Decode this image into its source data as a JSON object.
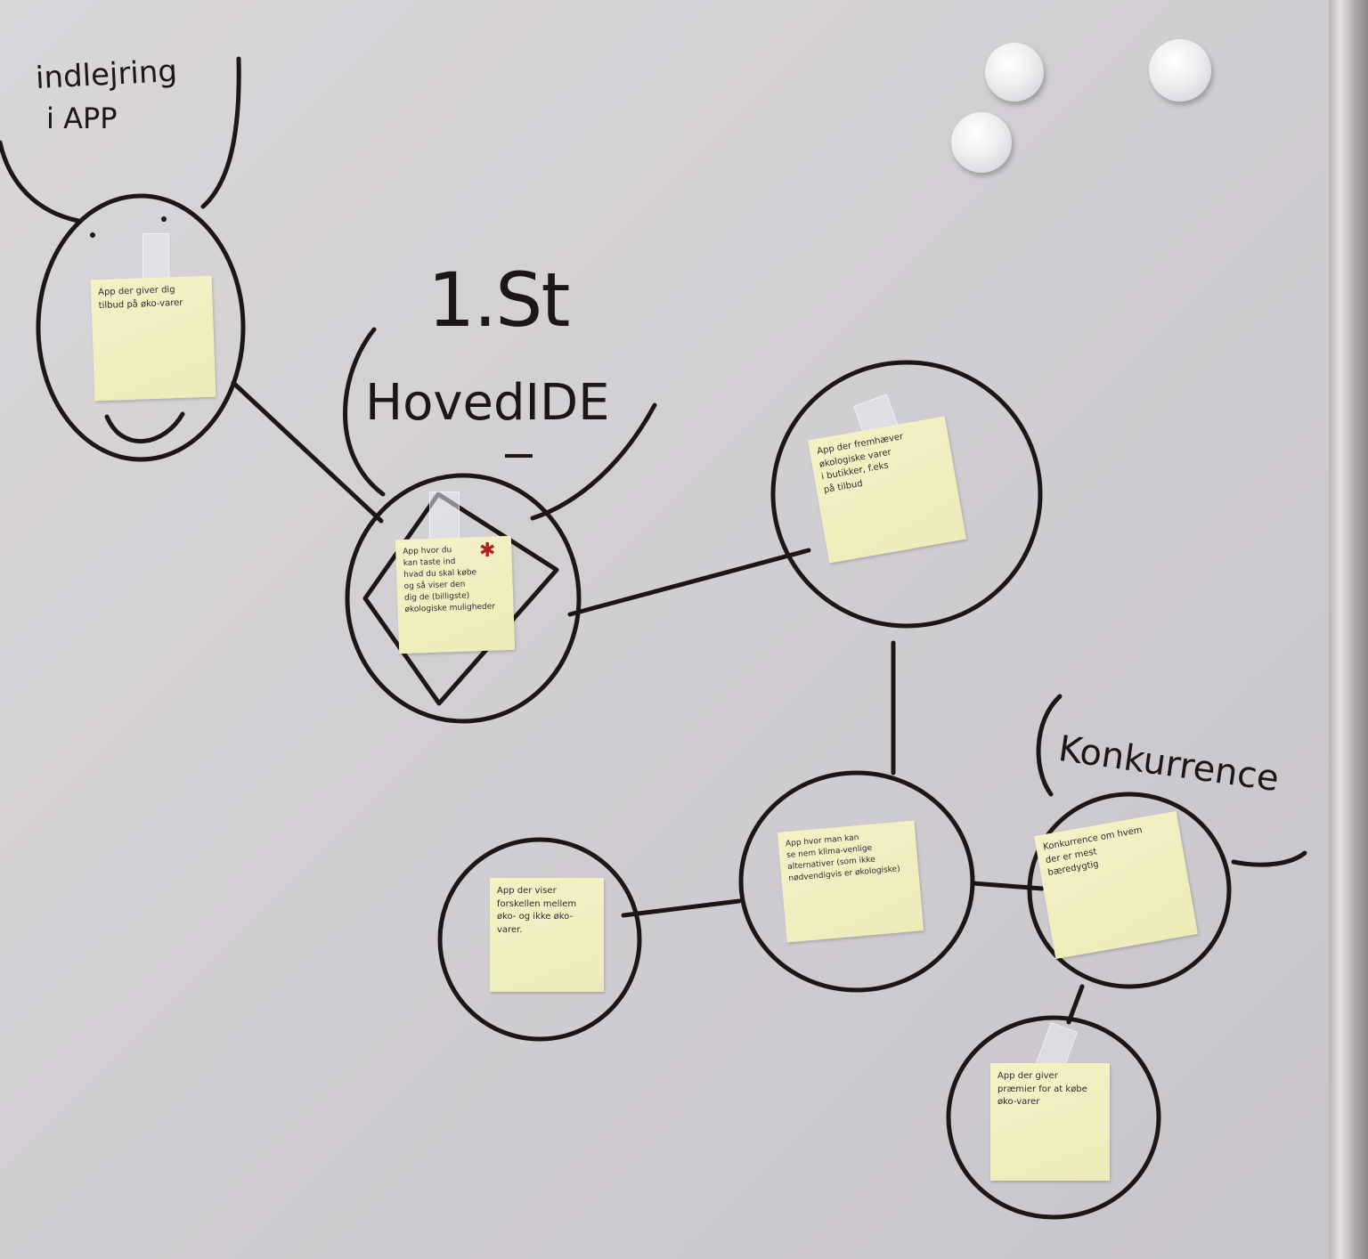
{
  "board": {
    "labels": {
      "top_left_line1": "indlejring",
      "top_left_line2": "i APP",
      "main_line1": "1.St",
      "main_line2": "HovedIDE",
      "competition": "Konkurrence"
    },
    "notes": {
      "top_left": "App der giver dig\ntilbud på øko-varer",
      "main": "App hvor du\nkan taste ind\nhvad du skal købe\nog så viser den\ndig de (billigste)\nøkologiske muligheder",
      "right_upper": "App der fremhæver\nøkologiske varer\ni butikker, f.eks\npå tilbud",
      "bottom_left": "App der viser\nforskellen mellem\nøko- og ikke øko-\nvarer.",
      "bottom_center": "App hvor man kan\nse nem klima-venlige\nalternativer (som ikke\nnødvendigvis er økologiske)",
      "competition": "Konkurrence om hvem\nder er mest\nbæredygtig",
      "bottom_right": "App der giver\npræmier for at købe\nøko-varer"
    }
  },
  "colors": {
    "ink": "#1b1716",
    "note": "#f2efc0",
    "board": "#d3d0d4",
    "star": "#b3221f"
  }
}
